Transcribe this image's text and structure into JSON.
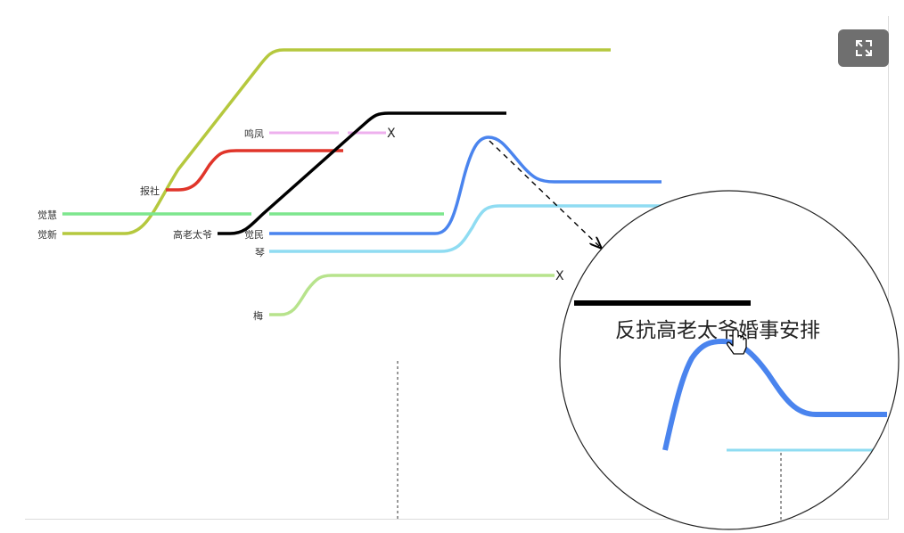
{
  "labels": {
    "juehui": "觉慧",
    "juexin": "觉新",
    "baoshe": "报社",
    "mingfeng": "鸣凤",
    "gaolaotaiye": "高老太爷",
    "juemin": "觉民",
    "qin": "琴",
    "mei": "梅"
  },
  "end_mark": "X",
  "zoom": {
    "title": "反抗高老太爷婚事安排"
  },
  "colors": {
    "olive": "#b5c83e",
    "red": "#e0352a",
    "pink": "#eeb0ee",
    "black": "#000000",
    "blue": "#4a84ee",
    "green": "#7de68d",
    "lightblue": "#8fdcf2",
    "lightgreen": "#b7e38c"
  },
  "toolbar": {
    "fullscreen_icon": "expand-icon"
  }
}
